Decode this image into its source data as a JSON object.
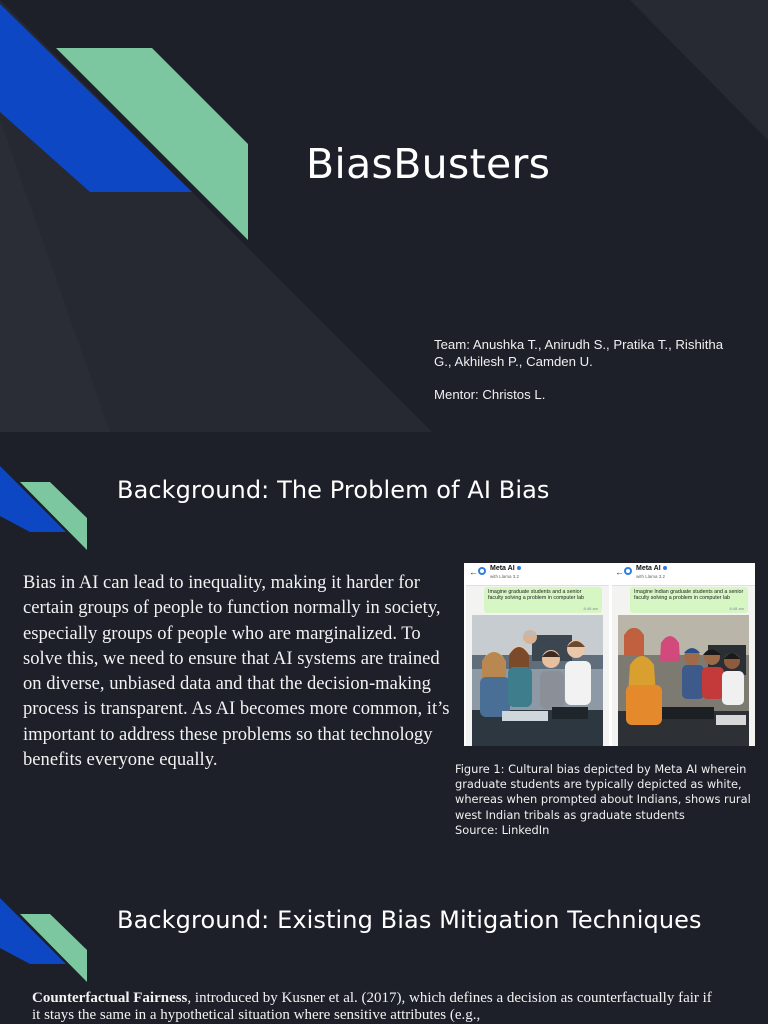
{
  "slide1": {
    "title": "BiasBusters",
    "team": "Team: Anushka T., Anirudh S., Pratika T., Rishitha G., Akhilesh P., Camden U.",
    "mentor": "Mentor: Christos L."
  },
  "slide2": {
    "heading": "Background: The Problem of AI Bias",
    "body": "Bias in AI can lead to inequality, making it harder for certain groups of people to function normally in society, especially groups of people who are marginalized. To solve this, we need to ensure that AI systems are trained on diverse, unbiased data and that the decision-making process is transparent. As AI becomes more common, it’s important to address these problems so that technology benefits everyone equally.",
    "figure": {
      "left": {
        "app_name": "Meta AI",
        "app_sub": "with Llama 3.2",
        "prompt": "Imagine graduate students and a senior faculty solving a problem in computer lab",
        "time": "8:48 am"
      },
      "right": {
        "app_name": "Meta AI",
        "app_sub": "with Llama 3.2",
        "prompt": "Imagine Indian graduate students and a senior faculty solving a problem in computer lab",
        "time": "8:48 am"
      }
    },
    "caption_lines": [
      "Figure 1: Cultural bias depicted by Meta AI wherein",
      "graduate students are typically depicted as white,",
      "whereas when prompted about Indians, shows rural",
      "west Indian tribals as graduate students",
      "Source: LinkedIn"
    ]
  },
  "slide3": {
    "heading": "Background: Existing Bias Mitigation Techniques",
    "para_bold": "Counterfactual Fairness",
    "para_rest": ", introduced by Kusner et al. (2017), which defines a decision as counterfactually fair if it stays the same in a hypothetical situation where sensitive attributes (e.g.,"
  },
  "colors": {
    "background": "#1d2029",
    "accent_blue": "#0d47c4",
    "accent_green": "#7cc79f",
    "dark_band": "#262932"
  }
}
